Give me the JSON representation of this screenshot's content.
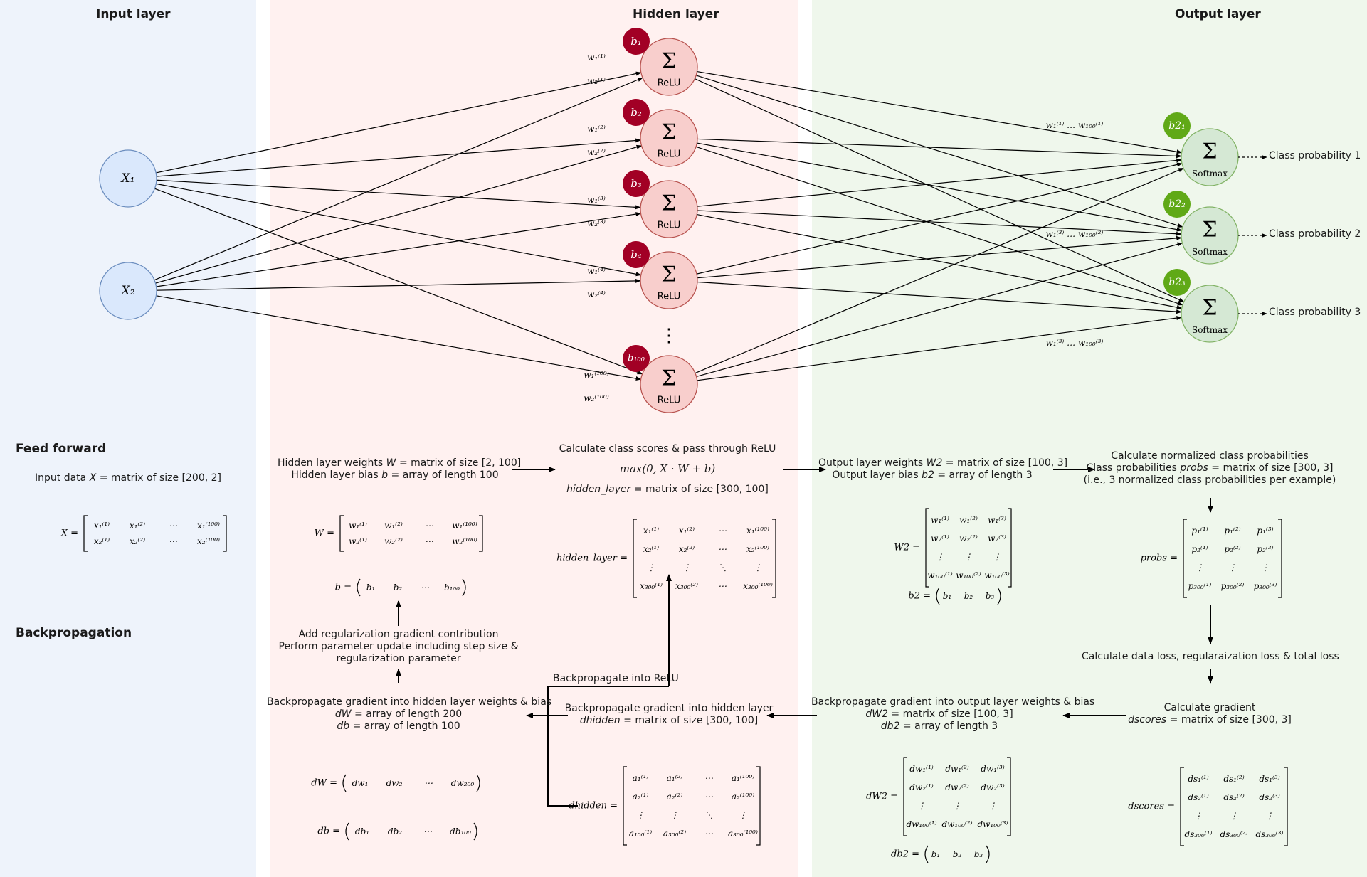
{
  "panels": {
    "input": {
      "title": "Input layer",
      "color": "#eef3fb"
    },
    "hidden": {
      "title": "Hidden layer",
      "color": "#fff1f0"
    },
    "output": {
      "title": "Output layer",
      "color": "#eff7ec"
    }
  },
  "network": {
    "inputs": [
      "X₁",
      "X₂"
    ],
    "hidden_symbol": "Σ",
    "hidden_activation": "ReLU",
    "hidden_biases": [
      "b₁",
      "b₂",
      "b₃",
      "b₄",
      "b₁₀₀"
    ],
    "hidden_weight_labels": [
      [
        "w₁⁽¹⁾",
        "w₂⁽¹⁾"
      ],
      [
        "w₁⁽²⁾",
        "w₂⁽²⁾"
      ],
      [
        "w₁⁽³⁾",
        "w₂⁽³⁾"
      ],
      [
        "w₁⁽⁴⁾",
        "w₂⁽⁴⁾"
      ],
      [
        "w₁⁽¹⁰⁰⁾",
        "w₂⁽¹⁰⁰⁾"
      ]
    ],
    "ellipsis": "⋮",
    "output_symbol": "Σ",
    "output_activation": "Softmax",
    "output_biases": [
      "b2₁",
      "b2₂",
      "b2₃"
    ],
    "output_weight_labels": [
      "w₁⁽¹⁾ … w₁₀₀⁽¹⁾",
      "w₁⁽³⁾ … w₁₀₀⁽²⁾",
      "w₁⁽³⁾ … w₁₀₀⁽³⁾"
    ],
    "outputs": [
      "Class probability 1",
      "Class probability 2",
      "Class probability 3"
    ],
    "colors": {
      "input_fill": "#dae8fc",
      "input_stroke": "#6c8ebf",
      "hidden_fill": "#f8cecc",
      "hidden_stroke": "#b85450",
      "hidden_bias": "#a20025",
      "output_fill": "#d5e8d4",
      "output_stroke": "#82b366",
      "output_bias": "#60a917"
    }
  },
  "sections": {
    "feed_forward": "Feed forward",
    "backprop": "Backpropagation"
  },
  "ff": {
    "input_data_pre": "Input data ",
    "input_data_var": "X",
    "input_data_post": " = matrix of size [200, 2]",
    "hw_pre": "Hidden layer weights ",
    "hw_var": "W",
    "hw_post": " = matrix of size [2, 100]",
    "hb_pre": "Hidden layer bias ",
    "hb_var": "b",
    "hb_post": " = array of length 100",
    "calc_scores": "Calculate class scores & pass through ReLU",
    "relu_formula": "max(0, X · W + b)",
    "hl_var": "hidden_layer",
    "hl_post": " = matrix of size [300, 100]",
    "ow_pre": "Output layer weights ",
    "ow_var": "W2",
    "ow_post": " = matrix of size [100, 3]",
    "ob_pre": "Output layer bias ",
    "ob_var": "b2",
    "ob_post": " = array of length 3",
    "norm1": "Calculate normalized class probabilities",
    "norm2_pre": "Class probabilities ",
    "norm2_var": "probs",
    "norm2_post": " = matrix of size [300, 3]",
    "norm3": "(i.e., 3 normalized class probabilities per example)"
  },
  "bp": {
    "loss": "Calculate data loss, regularaization loss & total loss",
    "grad": "Calculate gradient",
    "grad_var": "dscores",
    "grad_post": " = matrix of size [300, 3]",
    "out_bp": "Backpropagate gradient into output layer weights & bias",
    "out_bp_var1": "dW2",
    "out_bp_post1": " = matrix of size [100, 3]",
    "out_bp_var2": "db2",
    "out_bp_post2": " = array of length 3",
    "hid_bp": "Backpropagate gradient into hidden layer",
    "hid_bp_var": "dhidden",
    "hid_bp_post": " = matrix of size [300, 100]",
    "relu_bp": "Backpropagate into ReLU",
    "hw_bp": "Backpropagate gradient into hidden layer weights & bias",
    "hw_bp_var1": "dW",
    "hw_bp_post1": " = array of length 200",
    "hw_bp_var2": "db",
    "hw_bp_post2": " = array of length 100",
    "reg1": "Add regularization gradient contribution",
    "reg2": "Perform parameter update including step size &",
    "reg3": "regularization parameter"
  },
  "matrices": {
    "X": {
      "name": "X =",
      "rows": [
        [
          "x₁⁽¹⁾",
          "x₁⁽²⁾",
          "⋯",
          "x₁⁽¹⁰⁰⁾"
        ],
        [
          "x₂⁽¹⁾",
          "x₂⁽²⁾",
          "⋯",
          "x₂⁽¹⁰⁰⁾"
        ]
      ]
    },
    "W": {
      "name": "W =",
      "rows": [
        [
          "w₁⁽¹⁾",
          "w₁⁽²⁾",
          "⋯",
          "w₁⁽¹⁰⁰⁾"
        ],
        [
          "w₂⁽¹⁾",
          "w₂⁽²⁾",
          "⋯",
          "w₂⁽¹⁰⁰⁾"
        ]
      ]
    },
    "b": {
      "name": "b =",
      "rows": [
        [
          "b₁",
          "b₂",
          "⋯",
          "b₁₀₀"
        ]
      ],
      "paren": true
    },
    "hidden_layer": {
      "name": "hidden_layer =",
      "rows": [
        [
          "x₁⁽¹⁾",
          "x₁⁽²⁾",
          "⋯",
          "x₁⁽¹⁰⁰⁾"
        ],
        [
          "x₂⁽¹⁾",
          "x₂⁽²⁾",
          "⋯",
          "x₂⁽¹⁰⁰⁾"
        ],
        [
          "⋮",
          "⋮",
          "⋱",
          "⋮"
        ],
        [
          "x₃₀₀⁽¹⁾",
          "x₃₀₀⁽²⁾",
          "⋯",
          "x₃₀₀⁽¹⁰⁰⁾"
        ]
      ]
    },
    "W2": {
      "name": "W2 =",
      "rows": [
        [
          "w₁⁽¹⁾",
          "w₁⁽²⁾",
          "w₁⁽³⁾"
        ],
        [
          "w₂⁽¹⁾",
          "w₂⁽²⁾",
          "w₂⁽³⁾"
        ],
        [
          "⋮",
          "⋮",
          "⋮"
        ],
        [
          "w₁₀₀⁽¹⁾",
          "w₁₀₀⁽²⁾",
          "w₁₀₀⁽³⁾"
        ]
      ]
    },
    "b2": {
      "name": "b2 =",
      "rows": [
        [
          "b₁",
          "b₂",
          "b₃"
        ]
      ],
      "paren": true
    },
    "probs": {
      "name": "probs =",
      "rows": [
        [
          "p₁⁽¹⁾",
          "p₁⁽²⁾",
          "p₁⁽³⁾"
        ],
        [
          "p₂⁽¹⁾",
          "p₂⁽²⁾",
          "p₂⁽³⁾"
        ],
        [
          "⋮",
          "⋮",
          "⋮"
        ],
        [
          "p₃₀₀⁽¹⁾",
          "p₃₀₀⁽²⁾",
          "p₃₀₀⁽³⁾"
        ]
      ]
    },
    "dW": {
      "name": "dW =",
      "rows": [
        [
          "dw₁",
          "dw₂",
          "⋯",
          "dw₂₀₀"
        ]
      ],
      "paren": true
    },
    "db": {
      "name": "db =",
      "rows": [
        [
          "db₁",
          "db₂",
          "⋯",
          "db₁₀₀"
        ]
      ],
      "paren": true
    },
    "dhidden": {
      "name": "dhidden =",
      "rows": [
        [
          "a₁⁽¹⁾",
          "a₁⁽²⁾",
          "⋯",
          "a₁⁽¹⁰⁰⁾"
        ],
        [
          "a₂⁽¹⁾",
          "a₂⁽²⁾",
          "⋯",
          "a₂⁽¹⁰⁰⁾"
        ],
        [
          "⋮",
          "⋮",
          "⋱",
          "⋮"
        ],
        [
          "a₁₀₀⁽¹⁾",
          "a₃₀₀⁽²⁾",
          "⋯",
          "a₃₀₀⁽¹⁰⁰⁾"
        ]
      ]
    },
    "dW2": {
      "name": "dW2 =",
      "rows": [
        [
          "dw₁⁽¹⁾",
          "dw₁⁽²⁾",
          "dw₁⁽³⁾"
        ],
        [
          "dw₂⁽¹⁾",
          "dw₂⁽²⁾",
          "dw₂⁽³⁾"
        ],
        [
          "⋮",
          "⋮",
          "⋮"
        ],
        [
          "dw₁₀₀⁽¹⁾",
          "dw₁₀₀⁽²⁾",
          "dw₁₀₀⁽³⁾"
        ]
      ]
    },
    "db2": {
      "name": "db2 =",
      "rows": [
        [
          "b₁",
          "b₂",
          "b₃"
        ]
      ],
      "paren": true
    },
    "dscores": {
      "name": "dscores =",
      "rows": [
        [
          "ds₁⁽¹⁾",
          "ds₁⁽²⁾",
          "ds₁⁽³⁾"
        ],
        [
          "ds₂⁽¹⁾",
          "ds₂⁽²⁾",
          "ds₂⁽³⁾"
        ],
        [
          "⋮",
          "⋮",
          "⋮"
        ],
        [
          "ds₃₀₀⁽¹⁾",
          "ds₃₀₀⁽²⁾",
          "ds₃₀₀⁽³⁾"
        ]
      ]
    }
  }
}
